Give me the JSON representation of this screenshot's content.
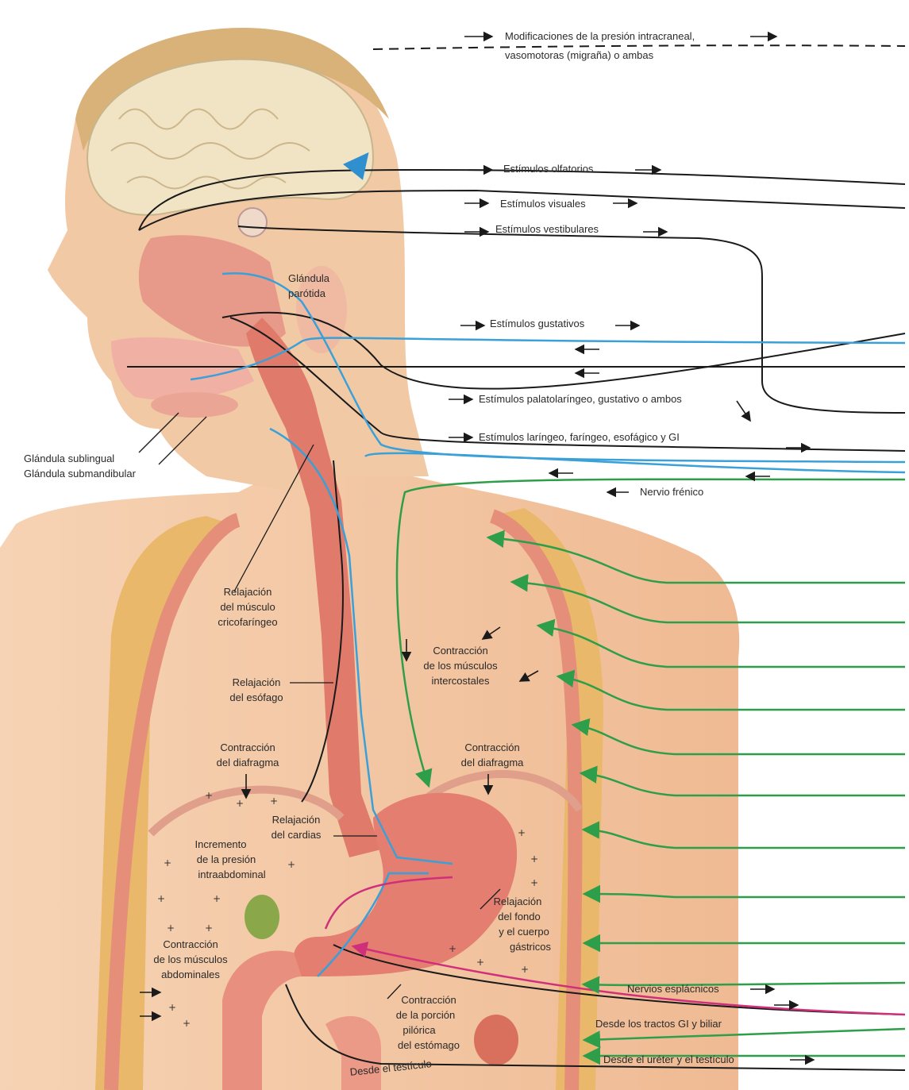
{
  "labels": {
    "intracranial_1": "Modificaciones de la presión intracraneal,",
    "intracranial_2": "vasomotoras (migraña) o ambas",
    "olfactory": "Estímulos olfatorios",
    "visual": "Estímulos visuales",
    "vestibular": "Estímulos vestibulares",
    "parotid_1": "Glándula",
    "parotid_2": "parótida",
    "gustatory": "Estímulos gustativos",
    "palatolaryngeal": "Estímulos palatolaríngeo, gustativo o ambos",
    "laryngeal": "Estímulos laríngeo, faríngeo, esofágico y GI",
    "sublingual": "Glándula sublingual",
    "submandibular": "Glándula submandibular",
    "phrenic": "Nervio frénico",
    "cricopharyngeal_1": "Relajación",
    "cricopharyngeal_2": "del músculo",
    "cricopharyngeal_3": "cricofaríngeo",
    "intercostal_1": "Contracción",
    "intercostal_2": "de los músculos",
    "intercostal_3": "intercostales",
    "esophagus_1": "Relajación",
    "esophagus_2": "del esófago",
    "diaphragm_left_1": "Contracción",
    "diaphragm_left_2": "del diafragma",
    "diaphragm_right_1": "Contracción",
    "diaphragm_right_2": "del diafragma",
    "cardia_1": "Relajación",
    "cardia_2": "del cardias",
    "abd_pressure_1": "Incremento",
    "abd_pressure_2": "de la presión",
    "abd_pressure_3": "intraabdominal",
    "fundus_1": "Relajación",
    "fundus_2": "del fondo",
    "fundus_3": "y el cuerpo",
    "fundus_4": "gástricos",
    "abd_muscles_1": "Contracción",
    "abd_muscles_2": "de los músculos",
    "abd_muscles_3": "abdominales",
    "splanchnic": "Nervios esplácnicos",
    "gi_biliary": "Desde los tractos GI y biliar",
    "pyloric_1": "Contracción",
    "pyloric_2": "de la porción",
    "pyloric_3": "pilórica",
    "pyloric_4": "del estómago",
    "ureter_testicle": "Desde el uréter y el testículo",
    "from_testicle": "Desde el testículo"
  },
  "colors": {
    "afferent": "#1a1a1a",
    "vagal": "#3aa0d8",
    "somatic": "#2e9e4a",
    "sympathetic": "#d0307a",
    "skin": "#f4c6a0",
    "brain": "#f1e4c4",
    "hair": "#d9b27a",
    "organ": "#e0776a",
    "spine": "#e9b86a"
  }
}
